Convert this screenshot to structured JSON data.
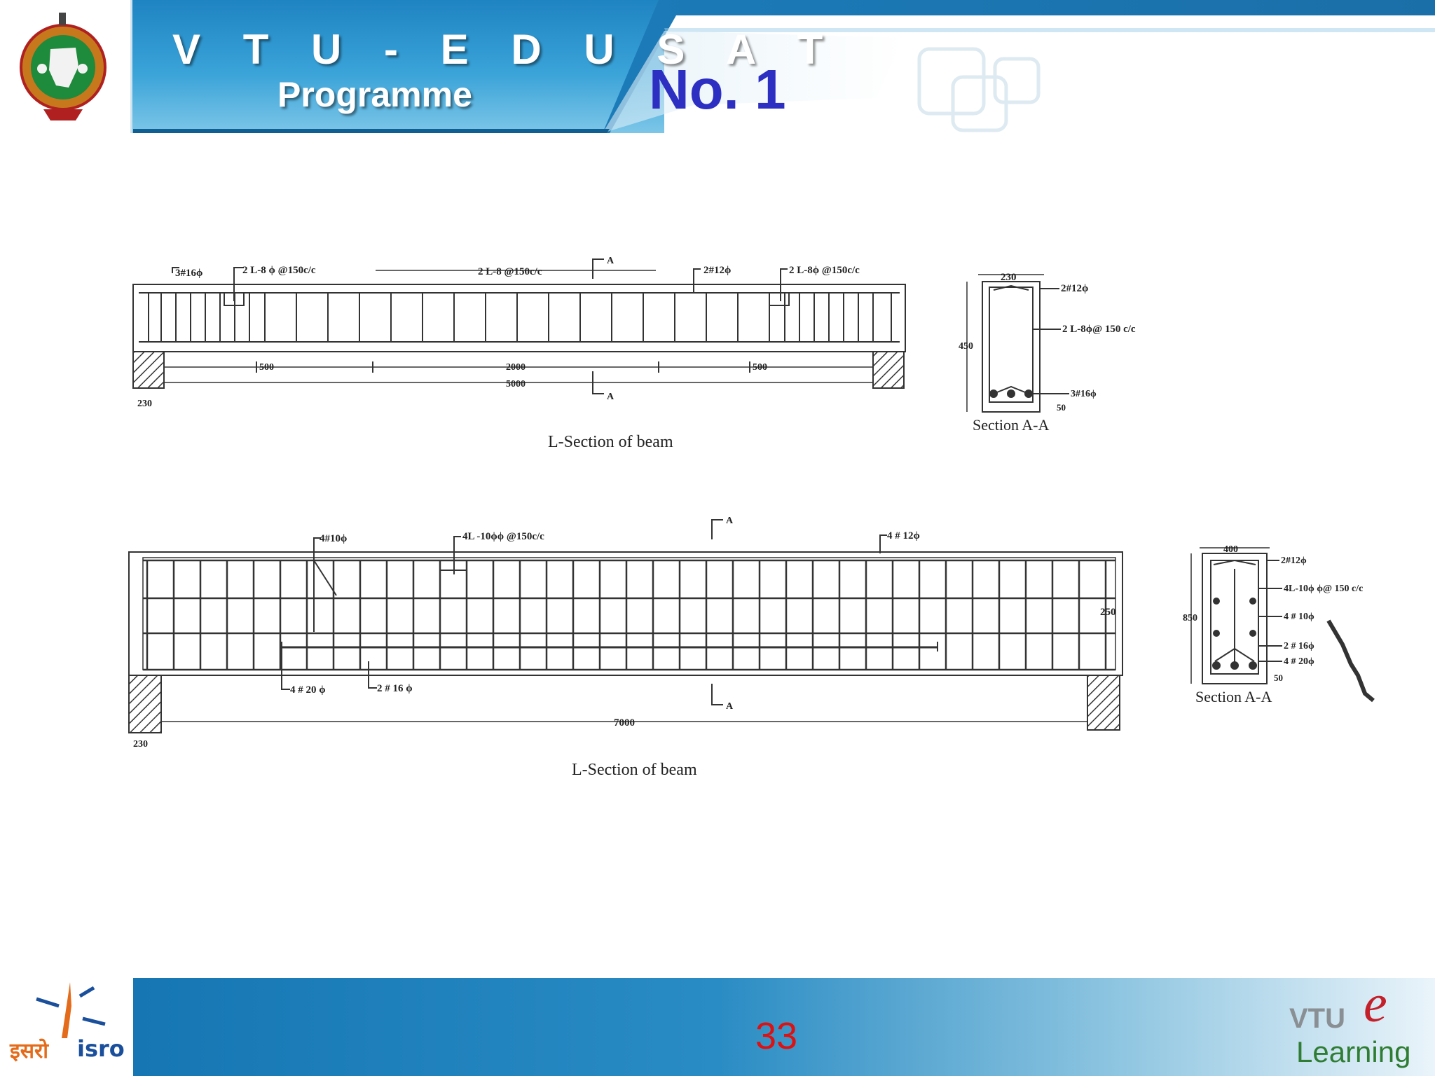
{
  "header": {
    "title": "V T U - E D U S A T",
    "subtitle": "Programme",
    "slide_label": "No. 1",
    "colors": {
      "banner": "#1b7bb8",
      "title_accent": "#2d2fc3"
    }
  },
  "beam1": {
    "labels": {
      "top_bar": "3#16ϕ",
      "stirrup_left": "2 L-8 ϕ @150c/c",
      "stirrup_mid": "2 L-8 @150c/c",
      "hanger": "2#12ϕ",
      "stirrup_right": "2 L-8ϕ @150c/c",
      "section_mark": "A",
      "dim_left": "500",
      "dim_mid": "2000",
      "dim_right": "500",
      "span": "5000",
      "support": "230",
      "caption": "L-Section of beam"
    },
    "section": {
      "width": "230",
      "depth": "450",
      "top": "2#12ϕ",
      "stirrup": "2 L-8ϕ@ 150 c/c",
      "bottom": "3#16ϕ",
      "cover": "50",
      "caption": "Section A-A"
    }
  },
  "beam2": {
    "labels": {
      "side_bar": "4#10ϕ",
      "stirrup": "4L -10ϕϕ @150c/c",
      "top_bar": "4 # 12ϕ",
      "section_mark": "A",
      "depth_mark": "250",
      "bottom1": "4 # 20 ϕ",
      "bottom2": "2 # 16 ϕ",
      "span": "7000",
      "support": "230",
      "caption": "L-Section of beam"
    },
    "section": {
      "width": "400",
      "depth": "850",
      "top": "2#12ϕ",
      "stirrup": "4L-10ϕ ϕ@ 150 c/c",
      "side": "4 # 10ϕ",
      "bottom1": "2 # 16ϕ",
      "bottom2": "4 # 20ϕ",
      "cover": "50",
      "caption": "Section A-A"
    }
  },
  "footer": {
    "page_number": "33",
    "isro_hindi": "इसरो",
    "isro_en": "isro",
    "vtu_logo": "VTU",
    "learning": "Learning",
    "e_mark": "e"
  }
}
